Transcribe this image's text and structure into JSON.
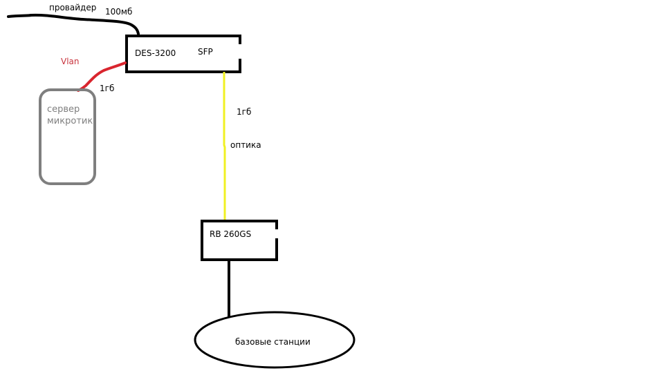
{
  "colors": {
    "provider_link": "#000000",
    "vlan_link": "#d9252e",
    "fiber_link": "#f0f022",
    "server_outline": "#7f7f7f"
  },
  "labels": {
    "provider": "провайдер",
    "provider_speed": "100мб",
    "vlan": "Vlan",
    "vlan_speed": "1гб",
    "fiber_speed": "1гб",
    "fiber": "оптика"
  },
  "nodes": {
    "switch": {
      "name": "DES-3200",
      "port": "SFP"
    },
    "server": {
      "line1": "сервер",
      "line2": "микротик"
    },
    "router": {
      "name": "RB 260GS"
    },
    "base_stations": {
      "name": "базовые станции"
    }
  }
}
